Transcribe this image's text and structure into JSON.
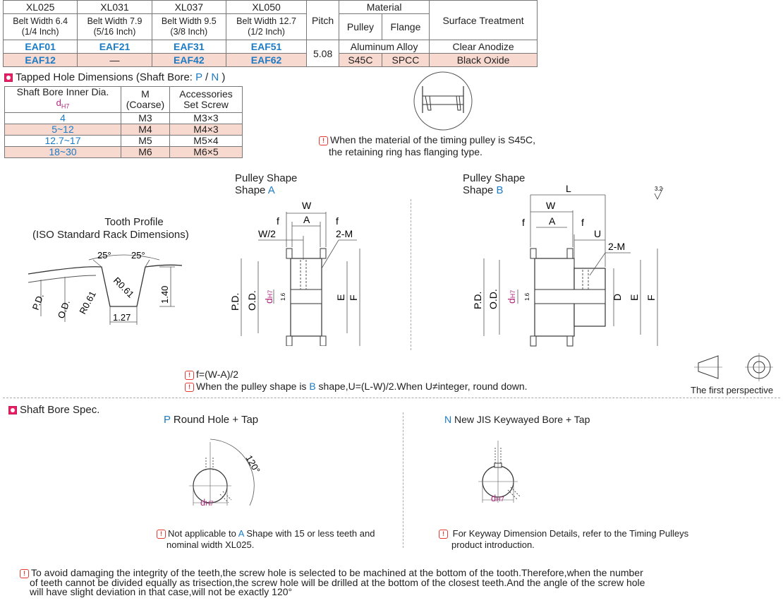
{
  "spec_table": {
    "models": [
      "XL025",
      "XL031",
      "XL037",
      "XL050"
    ],
    "belt_widths": [
      {
        "line1": "Belt Width 6.4",
        "line2": "(1/4 Inch)"
      },
      {
        "line1": "Belt Width 7.9",
        "line2": "(5/16 Inch)"
      },
      {
        "line1": "Belt Width 9.5",
        "line2": "(3/8 Inch)"
      },
      {
        "line1": "Belt Width 12.7",
        "line2": "(1/2 Inch)"
      }
    ],
    "pitch_header": "Pitch",
    "pitch_value": "5.08",
    "material_header": "Material",
    "pulley_header": "Pulley",
    "flange_header": "Flange",
    "surface_header": "Surface Treatment",
    "rows": [
      {
        "codes": [
          "EAF01",
          "EAF21",
          "EAF31",
          "EAF51"
        ],
        "material": "Aluminum Alloy",
        "surface": "Clear Anodize"
      },
      {
        "codes": [
          "EAF12",
          "—",
          "EAF42",
          "EAF62"
        ],
        "pulley": "S45C",
        "flange": "SPCC",
        "surface": "Black Oxide"
      }
    ]
  },
  "tapped": {
    "title_prefix": "Tapped Hole Dimensions (Shaft Bore: ",
    "p": "P",
    "slash": " / ",
    "n": "N",
    "title_suffix": " )",
    "headers": {
      "c1": "Shaft Bore Inner Dia.",
      "c1sub": "dH7",
      "c2a": "M",
      "c2b": "(Coarse)",
      "c3a": "Accessories",
      "c3b": "Set Screw"
    },
    "rows": [
      {
        "dia": "4",
        "m": "M3",
        "set": "M3×3"
      },
      {
        "dia": "5~12",
        "m": "M4",
        "set": "M4×3"
      },
      {
        "dia": "12.7~17",
        "m": "M5",
        "set": "M5×4"
      },
      {
        "dia": "18~30",
        "m": "M6",
        "set": "M6×5"
      }
    ]
  },
  "retaining_note": {
    "line1": "When the material of the timing pulley is S45C,",
    "line2": "the retaining ring has flanging type."
  },
  "tooth_profile": {
    "title1": "Tooth Profile",
    "title2": "(ISO Standard Rack Dimensions)",
    "angle_left": "25°",
    "angle_right": "25°",
    "r1": "R0.61",
    "r2": "R0.61",
    "height": "1.40",
    "base": "1.27",
    "pd": "P.D.",
    "od": "O.D."
  },
  "shape_a": {
    "title": "Pulley Shape",
    "shape": "Shape ",
    "letter": "A",
    "w": "W",
    "a": "A",
    "f1": "f",
    "f2": "f",
    "w2": "W/2",
    "m": "2-M",
    "pd": "P.D.",
    "od": "O.D.",
    "d": "d",
    "dsub": "H7",
    "e": "E",
    "fv": "F",
    "rough": "1.6"
  },
  "shape_b": {
    "title": "Pulley Shape",
    "shape": "Shape ",
    "letter": "B",
    "l": "L",
    "w": "W",
    "a": "A",
    "f1": "f",
    "f2": "f",
    "u": "U",
    "m": "2-M",
    "pd": "P.D.",
    "od": "O.D.",
    "d": "d",
    "dsub": "H7",
    "dd": "D",
    "e": "E",
    "fv": "F",
    "rough": "1.6",
    "rough2": "3.2"
  },
  "formula_notes": {
    "f": "f=(W-A)/2",
    "u_pre": "When the pulley shape is ",
    "u_b": "B",
    "u_post": " shape,U=(L-W)/2.When U≠integer, round down."
  },
  "perspective": "The first perspective",
  "shaft_bore": {
    "title": "Shaft Bore Spec.",
    "p_letter": "P",
    "p_label": " Round Hole + Tap",
    "n_letter": "N",
    "n_label": " New JIS Keywayed Bore + Tap",
    "angle": "120°",
    "d": "d",
    "dsub": "H7",
    "note_p_pre": "Not applicable to ",
    "note_p_a": "A",
    "note_p_post": " Shape with 15 or less teeth and",
    "note_p_line2": "nominal width XL025.",
    "note_n_line1": "For Keyway Dimension Details, refer to the Timing Pulleys",
    "note_n_line2": "product introduction."
  },
  "bottom_note": {
    "line1": "To avoid damaging the integrity of the teeth,the screw hole is selected to be machined at the bottom of the tooth.Therefore,when the number",
    "line2": "of teeth cannot be divided equally as trisection,the screw hole will be drilled at the bottom of the closest teeth.And the angle of the screw hole",
    "line3": "will have slight deviation in that case,will not be exactly 120°"
  },
  "colors": {
    "accent": "#1b7bc4",
    "pink": "#f8d9d0",
    "magenta": "#b0287e",
    "warn": "#e53935"
  }
}
